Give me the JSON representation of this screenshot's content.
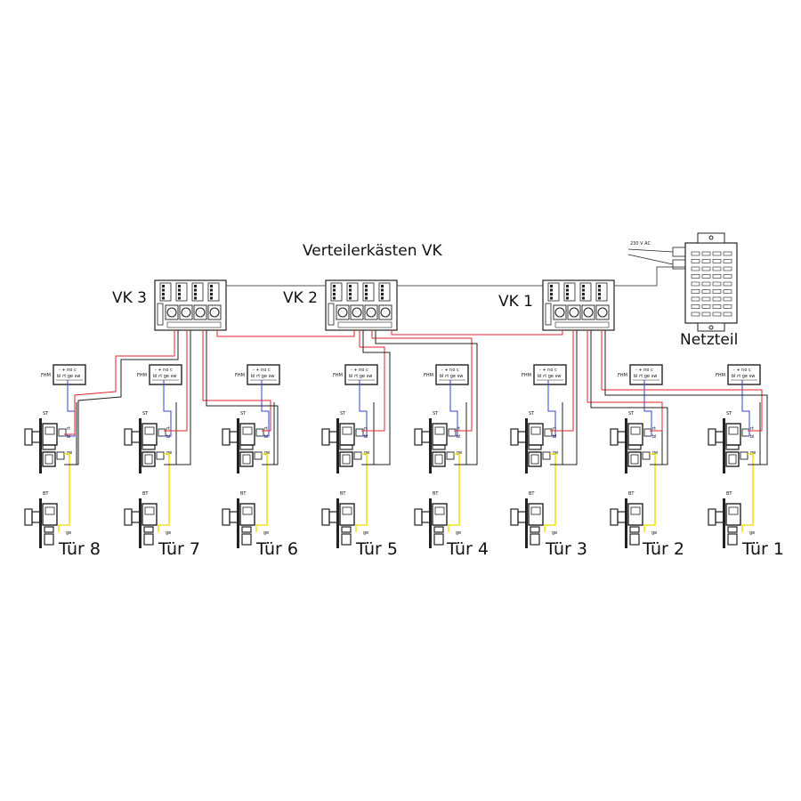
{
  "diagram": {
    "title": "Verteilerkästen VK",
    "psu": {
      "label": "Netzteil",
      "input_label": "230 V AC"
    },
    "boxes": [
      {
        "id": "vk3",
        "label": "VK 3"
      },
      {
        "id": "vk2",
        "label": "VK 2"
      },
      {
        "id": "vk1",
        "label": "VK 1"
      }
    ],
    "fhm_label": "FHM",
    "fhm_terminals": "bl  rt  ge  sw",
    "fhm_top": "-  +  no  c",
    "st_label": "ST",
    "bt_label": "BT",
    "wire_tags": {
      "rt": "rt",
      "bl": "bl",
      "ge": "ge"
    },
    "doors": [
      "Tür 8",
      "Tür 7",
      "Tür 6",
      "Tür 5",
      "Tür 4",
      "Tür 3",
      "Tür 2",
      "Tür 1"
    ],
    "colors": {
      "line": "#222222",
      "red": "#e0262b",
      "blue": "#3340d8",
      "yellow": "#f2e21a",
      "gray": "#555555"
    }
  }
}
